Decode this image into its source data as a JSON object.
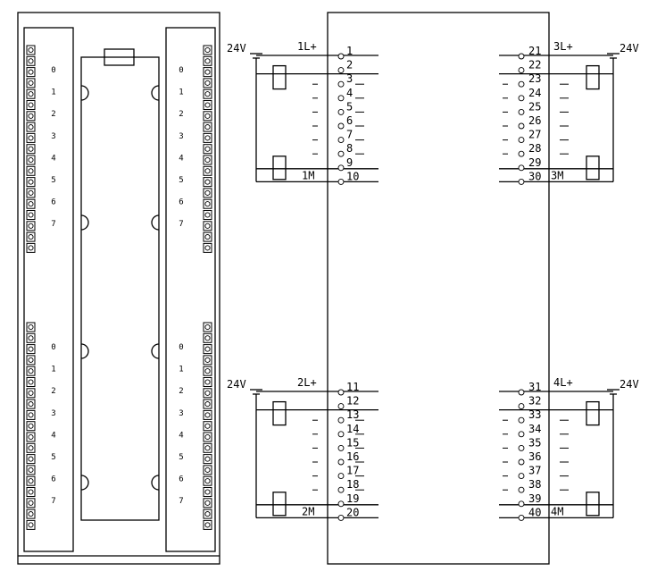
{
  "module": {
    "front_channels": [
      "0",
      "1",
      "2",
      "3",
      "4",
      "5",
      "6",
      "7"
    ],
    "power_label": "24V",
    "groups": [
      {
        "supply": "1L+",
        "common": "1M",
        "terminals": [
          "1",
          "2",
          "3",
          "4",
          "5",
          "6",
          "7",
          "8",
          "9",
          "10"
        ]
      },
      {
        "supply": "2L+",
        "common": "2M",
        "terminals": [
          "11",
          "12",
          "13",
          "14",
          "15",
          "16",
          "17",
          "18",
          "19",
          "20"
        ]
      },
      {
        "supply": "3L+",
        "common": "3M",
        "terminals": [
          "21",
          "22",
          "23",
          "24",
          "25",
          "26",
          "27",
          "28",
          "29",
          "30"
        ]
      },
      {
        "supply": "4L+",
        "common": "4M",
        "terminals": [
          "31",
          "32",
          "33",
          "34",
          "35",
          "36",
          "37",
          "38",
          "39",
          "40"
        ]
      }
    ]
  }
}
